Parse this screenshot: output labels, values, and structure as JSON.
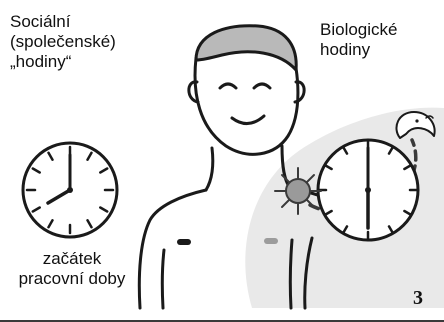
{
  "social_clock_label": {
    "line1": "Sociální",
    "line2": "(společenské)",
    "line3": "„hodiny“"
  },
  "biological_clock_label": {
    "line1": "Biologické",
    "line2": "hodiny"
  },
  "work_start_label": {
    "line1": "začátek",
    "line2": "pracovní doby"
  },
  "figure_number": "3",
  "icons": [
    "social-clock-icon",
    "biological-clock-icon",
    "sun-icon",
    "moon-icon",
    "person-figure"
  ],
  "colors": {
    "outline": "#1a1a1a",
    "hair": "#b8b8b8",
    "body_region_shade": "#e9e9e9",
    "sun_fill": "#9a9a9a",
    "background": "#ffffff"
  }
}
